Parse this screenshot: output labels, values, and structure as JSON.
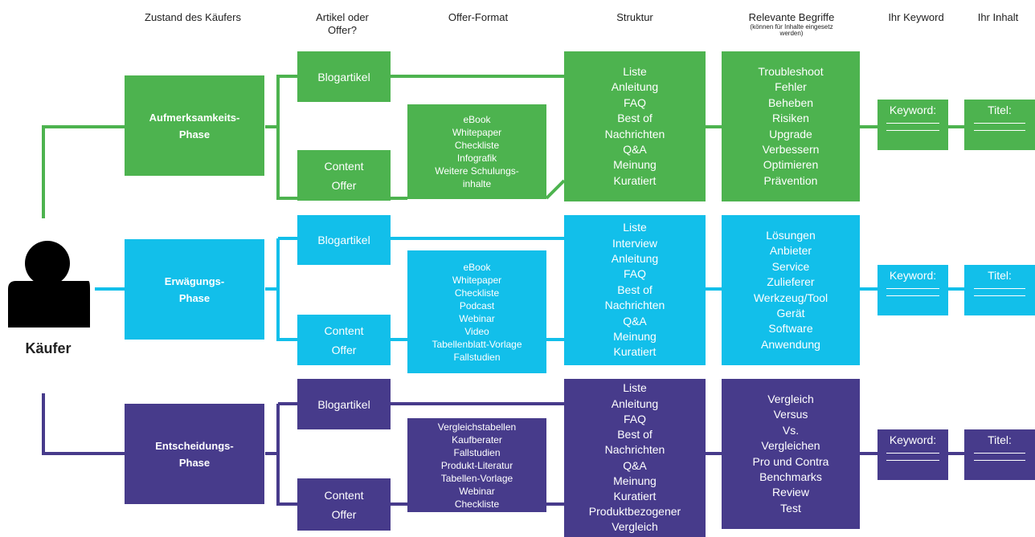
{
  "headers": {
    "zustand": "Zustand des Käufers",
    "artikel": "Artikel oder Offer?",
    "format": "Offer-Format",
    "struktur": "Struktur",
    "relevant": "Relevante Begriffe",
    "relevant_sub": "(können für Inhalte eingesetz werden)",
    "keyword": "Ihr Keyword",
    "inhalt": "Ihr Inhalt"
  },
  "buyer": {
    "label": "Käufer"
  },
  "colors": {
    "green": "#4db34f",
    "cyan": "#12bfea",
    "purple": "#473b8b"
  },
  "rows": [
    {
      "phase": [
        "Aufmerksamkeits-",
        "Phase"
      ],
      "blog": "Blogartikel",
      "offer": [
        "Content",
        "Offer"
      ],
      "formats": [
        "eBook",
        "Whitepaper",
        "Checkliste",
        "Infografik",
        "Weitere Schulungs-",
        "inhalte"
      ],
      "structure": [
        "Liste",
        "Anleitung",
        "FAQ",
        "Best of",
        "Nachrichten",
        "Q&A",
        "Meinung",
        "Kuratiert"
      ],
      "terms": [
        "Troubleshoot",
        "Fehler",
        "Beheben",
        "Risiken",
        "Upgrade",
        "Verbessern",
        "Optimieren",
        "Prävention"
      ],
      "keyword": "Keyword:",
      "title": "Titel:"
    },
    {
      "phase": [
        "Erwägungs-",
        "Phase"
      ],
      "blog": "Blogartikel",
      "offer": [
        "Content",
        "Offer"
      ],
      "formats": [
        "eBook",
        "Whitepaper",
        "Checkliste",
        "Podcast",
        "Webinar",
        "Video",
        "Tabellenblatt-Vorlage",
        "Fallstudien"
      ],
      "structure": [
        "Liste",
        "Interview",
        "Anleitung",
        "FAQ",
        "Best of",
        "Nachrichten",
        "Q&A",
        "Meinung",
        "Kuratiert"
      ],
      "terms": [
        "Lösungen",
        "Anbieter",
        "Service",
        "Zulieferer",
        "Werkzeug/Tool",
        "Gerät",
        "Software",
        "Anwendung"
      ],
      "keyword": "Keyword:",
      "title": "Titel:"
    },
    {
      "phase": [
        "Entscheidungs-",
        "Phase"
      ],
      "blog": "Blogartikel",
      "offer": [
        "Content",
        "Offer"
      ],
      "formats": [
        "Vergleichstabellen",
        "Kaufberater",
        "Fallstudien",
        "Produkt-Literatur",
        "Tabellen-Vorlage",
        "Webinar",
        "Checkliste"
      ],
      "structure": [
        "Liste",
        "Anleitung",
        "FAQ",
        "Best of",
        "Nachrichten",
        "Q&A",
        "Meinung",
        "Kuratiert",
        "Produktbezogener",
        "Vergleich"
      ],
      "terms": [
        "Vergleich",
        "Versus",
        "Vs.",
        "Vergleichen",
        "Pro und Contra",
        "Benchmarks",
        "Review",
        "Test"
      ],
      "keyword": "Keyword:",
      "title": "Titel:"
    }
  ]
}
